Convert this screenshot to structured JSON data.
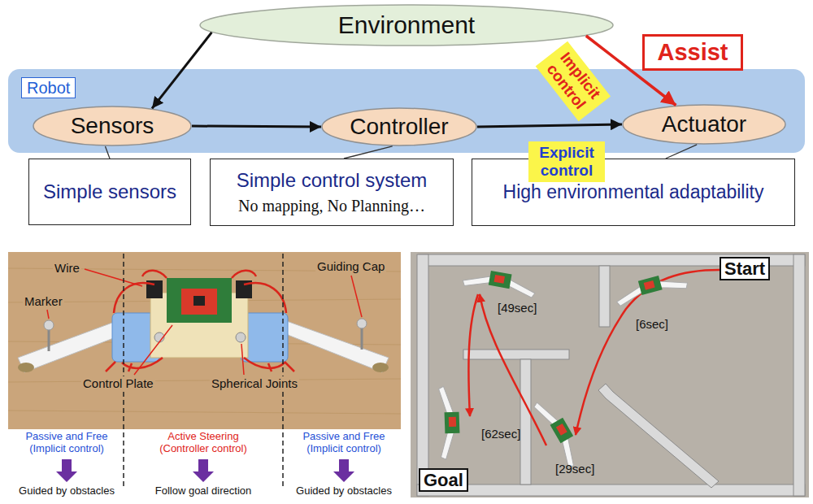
{
  "diagram": {
    "nodes": [
      {
        "text": [
          "Environment"
        ]
      },
      {
        "text": [
          "Robot"
        ]
      },
      {
        "text": [
          "Sensors"
        ],
        "in": 1
      },
      {
        "text": [
          "Controller"
        ],
        "in": 1
      },
      {
        "text": [
          "Actuator"
        ],
        "in": 1
      },
      {
        "text": [
          "Simple sensors"
        ]
      },
      {
        "text": [
          "Simple control system",
          "No mapping, No Planning…"
        ]
      },
      {
        "text": [
          "High environmental adaptability"
        ]
      },
      {
        "text": [
          "Assist"
        ]
      }
    ],
    "edges": [
      {
        "from": 0,
        "to": 2,
        "arrow": "to"
      },
      {
        "from": 2,
        "to": 3,
        "arrow": "to"
      },
      {
        "from": 3,
        "to": 4,
        "label": "Explicit control",
        "arrow": "to"
      },
      {
        "from": 0,
        "to": 4,
        "label": "Implicit control",
        "arrow": "to"
      },
      {
        "from": 2,
        "to": 5,
        "arrow": "none"
      },
      {
        "from": 3,
        "to": 6,
        "arrow": "none"
      },
      {
        "from": 4,
        "to": 7,
        "arrow": "none"
      }
    ],
    "labels": [
      "Wire",
      "Marker",
      "Guiding Cap",
      "Control Plate",
      "Spherical Joints",
      "Passive and Free (Implicit control)",
      "Guided by obstacles",
      "Active Steering (Controller control)",
      "Follow goal direction",
      "Passive and Free (Implicit control)",
      "Guided by obstacles",
      "Start",
      "[49sec]",
      "[6sec]",
      "[62sec]",
      "[29sec]",
      "Goal"
    ]
  }
}
